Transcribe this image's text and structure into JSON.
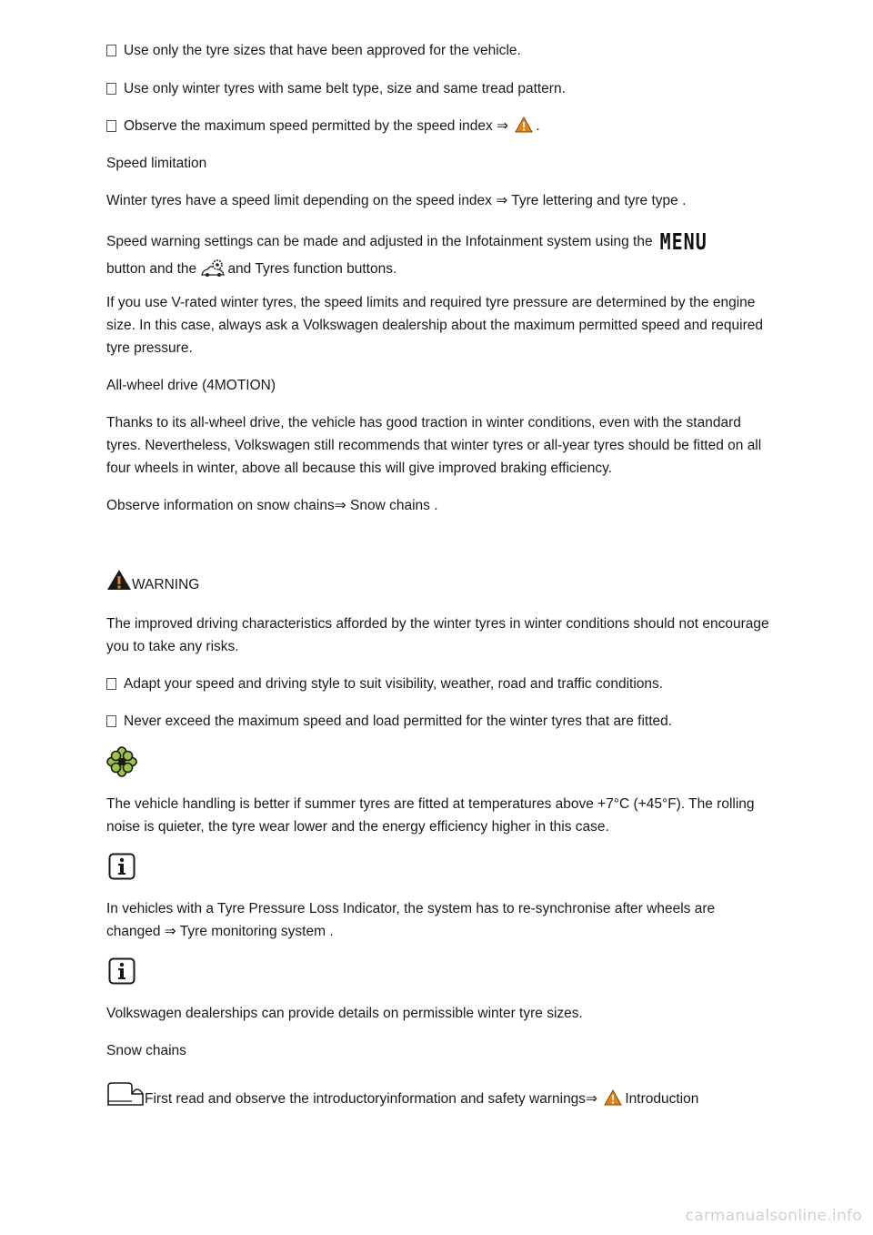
{
  "bullets_top": [
    "Use only the tyre sizes that have been approved for the vehicle.",
    "Use only winter tyres with same belt type, size and same tread pattern.",
    "Observe the maximum speed permitted by the speed index ⇒"
  ],
  "bullet3_end": ".",
  "speed_limitation_heading": "Speed limitation",
  "speed_limit_text": "Winter tyres have a speed limit depending on the speed index ⇒ Tyre lettering and tyre type .",
  "speed_warning_text_a": "Speed warning settings can be made and adjusted in the Infotainment system using the",
  "menu_icon_text": "MENU",
  "speed_warning_text_b": "button and the",
  "speed_warning_text_c": "and Tyres function buttons.",
  "vrated_text": "If you use V-rated winter tyres, the speed limits and required tyre pressure are determined by the engine size. In this case, always ask a Volkswagen dealership about the maximum permitted speed and required tyre pressure.",
  "awd_heading": "All-wheel drive (4MOTION)",
  "awd_text": "Thanks to its all-wheel drive, the vehicle has good traction in winter conditions, even with the standard tyres. Nevertheless, Volkswagen still recommends that winter tyres or all-year tyres should be fitted on all four wheels in winter, above all because this will give improved braking efficiency.",
  "snow_chains_ref": "Observe information on snow chains⇒ Snow chains .",
  "warning_label": "WARNING",
  "warning_text": "The improved driving characteristics afforded by the winter tyres in winter conditions should not encourage you to take any risks.",
  "bullets_warning": [
    "Adapt your speed and driving style to suit visibility, weather, road and traffic conditions.",
    "Never exceed the maximum speed and load permitted for the winter tyres that are fitted."
  ],
  "env_text": "The vehicle handling is better if summer tyres are fitted at temperatures above +7°C (+45°F). The rolling noise is quieter, the tyre wear lower and the energy efficiency higher in this case.",
  "info1_text": "In vehicles with a Tyre Pressure Loss Indicator, the system has to re-synchronise after wheels are changed ⇒ Tyre monitoring system .",
  "info2_text": "Volkswagen dealerships can provide details on permissible winter tyre sizes.",
  "snow_chains_heading": "Snow chains",
  "intro_text_a": "First read and observe the introductoryinformation and safety warnings⇒",
  "intro_text_b": "Introduction",
  "footer_text": "carmanualsonline.info",
  "colors": {
    "warning_triangle": "#e8820c",
    "flower": "#9bc53d",
    "text": "#1a1a1a"
  },
  "icons": [
    "warning-triangle-icon",
    "menu-button-icon",
    "car-settings-icon",
    "environment-flower-icon",
    "info-icon",
    "book-icon"
  ]
}
